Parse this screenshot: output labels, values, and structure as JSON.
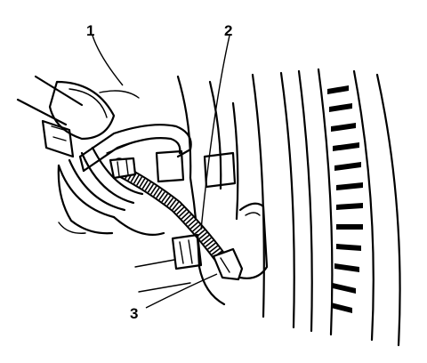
{
  "callouts": [
    {
      "id": 1,
      "label": "1"
    },
    {
      "id": 2,
      "label": "2"
    },
    {
      "id": 3,
      "label": "3"
    }
  ],
  "colors": {
    "ink": "#000000",
    "paper": "#ffffff"
  }
}
